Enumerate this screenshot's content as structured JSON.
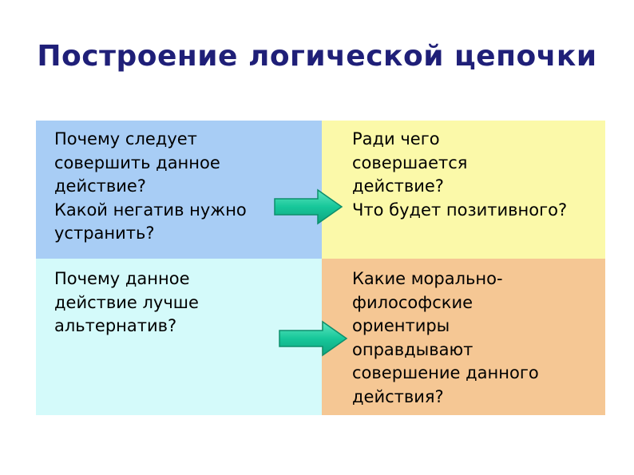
{
  "title": "Построение логической цепочки",
  "colors": {
    "title": "#1f1f78",
    "cell_top_left": "#a8cdf5",
    "cell_top_right": "#fbf9a9",
    "cell_bottom_left": "#d4fafa",
    "cell_bottom_right": "#f5c794",
    "arrow_fill": "#17c79a",
    "arrow_edge": "#0d8f6c"
  },
  "cells": {
    "top_left": {
      "lines": [
        "Почему следует",
        "совершить данное",
        "действие?",
        "Какой негатив нужно",
        "устранить?"
      ]
    },
    "top_right": {
      "lines": [
        "Ради чего",
        "совершается",
        "действие?",
        "Что будет позитивного?"
      ]
    },
    "bottom_left": {
      "lines": [
        "Почему данное",
        "действие лучше",
        "альтернатив?"
      ]
    },
    "bottom_right": {
      "lines": [
        "Какие морально-",
        "философские",
        "ориентиры",
        "оправдывают",
        "совершение данного",
        "действия?"
      ]
    }
  },
  "arrows": [
    {
      "icon": "right-arrow-icon",
      "from": "top_left",
      "to": "top_right"
    },
    {
      "icon": "right-arrow-icon",
      "from": "bottom_left",
      "to": "bottom_right"
    }
  ]
}
